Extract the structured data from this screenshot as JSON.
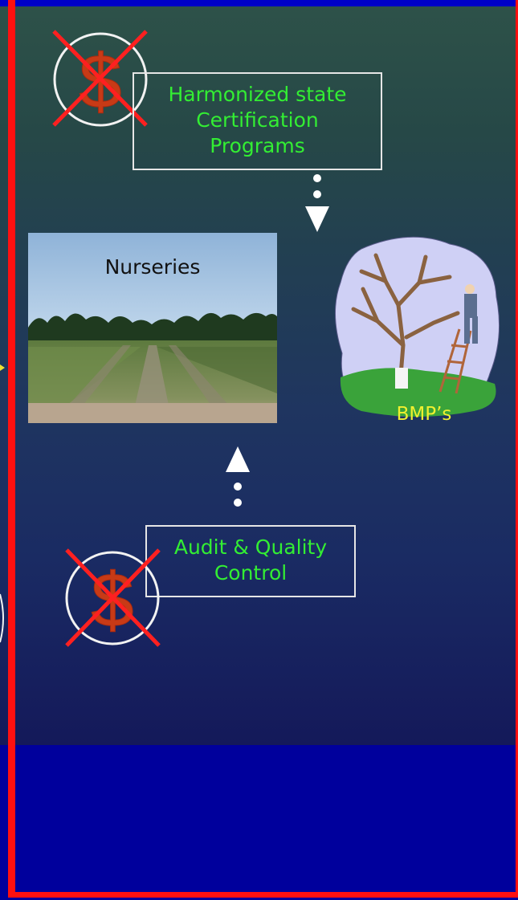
{
  "top_box": {
    "lines": [
      "Harmonized state",
      "Certification",
      "Programs"
    ]
  },
  "bottom_box": {
    "lines": [
      "Audit & Quality",
      "Control"
    ]
  },
  "photo": {
    "label": "Nurseries"
  },
  "tree": {
    "label": "BMP’s"
  },
  "symbols": {
    "currency": "$",
    "top_icon": "crossed-out-dollar-icon",
    "bottom_icon": "crossed-out-dollar-icon"
  },
  "colors": {
    "frame": "#ff1010",
    "box_text": "#33ee33",
    "label_yellow": "#f0f030",
    "bottom_band": "#00009c"
  }
}
